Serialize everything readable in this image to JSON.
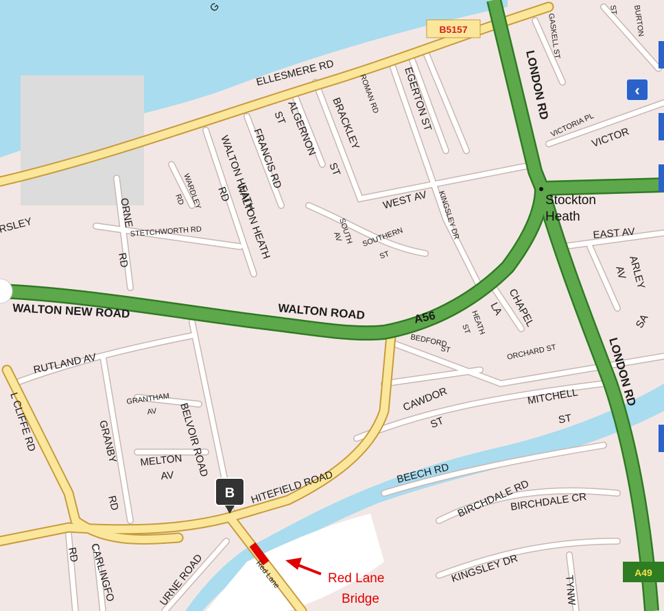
{
  "map": {
    "colors": {
      "land": "#f3e7e5",
      "water": "#a9dcef",
      "minor_road": "#ffffff",
      "minor_road_edge": "#c9b6b1",
      "b_road": "#fbe79b",
      "b_road_edge": "#c89a3c",
      "a_road": "#5ea84c",
      "a_road_edge": "#2f7a23",
      "highlight": "#e00000",
      "button": "#2a62c9"
    },
    "shields": {
      "b5157": "B5157",
      "a56": "A56",
      "a49": "A49"
    },
    "marker": {
      "label": "B"
    },
    "place": {
      "line1": "Stockton",
      "line2": "Heath"
    },
    "annotation": {
      "line1": "Red Lane",
      "line2": "Bridge",
      "road_label": "Red Lane"
    },
    "roads": {
      "ellesmere": "ELLESMERE RD",
      "london1": "LONDON RD",
      "london2": "LONDON RD",
      "walton_road": "WALTON ROAD",
      "walton_new_road": "WALTON NEW ROAD",
      "whitefield": "HITEFIELD ROAD",
      "gaskell": "GASKELL ST",
      "st_right": "ST",
      "burton": "BURTON",
      "victoria_pl": "VICTORIA PL",
      "victoria": "VICTOR",
      "egerton": "EGERTON ST",
      "roman": "ROMAN RD",
      "algernon1": "ALGERNON",
      "algernon2": "ST",
      "brackley1": "BRACKLEY",
      "brackley2": "ST",
      "francis": "FRANCIS RD",
      "walton_heath_rd": "RD",
      "walton_heath1": "WALTON HEATH",
      "walton_heath2": "WALTON HEATH",
      "wardley1": "WARDLEY",
      "wardley2": "RD",
      "west_av": "WEST AV",
      "kingsley_dr": "KINGSLEY DR",
      "south": "SOUTH",
      "south_av": "AV",
      "southern1": "SOUTHERN",
      "southern2": "ST",
      "east_av": "EAST AV",
      "arley1": "ARLEY",
      "arley2": "AV",
      "stetchworth": "STETCHWORTH RD",
      "orne_rd1": "ORNE",
      "orne_rd2": "RD",
      "rsley": "RSLEY",
      "chapel1": "CHAPEL",
      "chapel2": "LA",
      "heath1": "HEATH",
      "heath2": "ST",
      "bedford1": "BEDFORD",
      "bedford2": "ST",
      "orchard": "ORCHARD ST",
      "sa": "SA",
      "rutland": "RUTLAND AV",
      "cliffe": "L CLIFFE RD",
      "grantham1": "GRANTHAM",
      "grantham2": "AV",
      "granby1": "GRANBY",
      "granby2": "RD",
      "belvoir": "BELVOIR ROAD",
      "melton1": "MELTON",
      "melton2": "AV",
      "cawdor1": "CAWDOR",
      "cawdor2": "ST",
      "mitchell1": "MITCHELL",
      "mitchell2": "ST",
      "beech": "BEECH RD",
      "birchdale_rd": "BIRCHDALE RD",
      "birchdale_cr": "BIRCHDALE CR",
      "kingsley_dr2": "KINGSLEY DR",
      "carlingford": "CARLINGFO",
      "rd_bottom": "RD",
      "urne": "URNE ROAD",
      "tynw": "TYNW",
      "top_g": "G"
    },
    "nav": {
      "back_arrow": "‹"
    }
  }
}
